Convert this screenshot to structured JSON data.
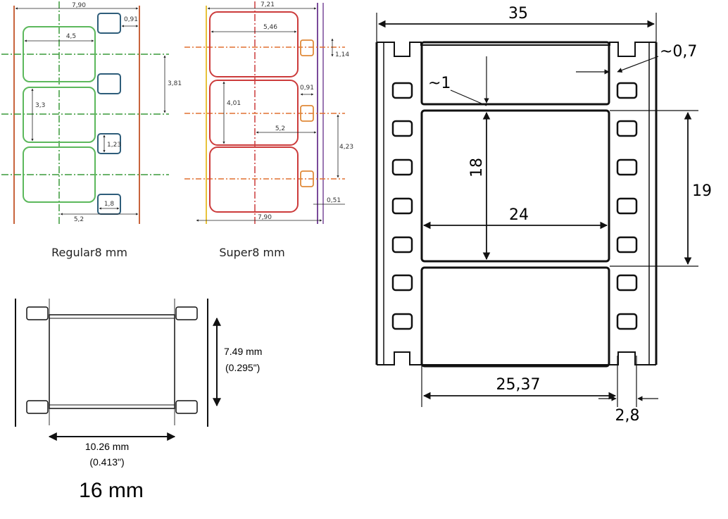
{
  "regular8": {
    "caption": "Regular8 mm",
    "dims": {
      "width_total": "7,90",
      "perf_edge": "0,91",
      "frame_width": "4,5",
      "pitch": "3,81",
      "frame_height": "3,3",
      "perf_height": "1,23",
      "perf_width": "1,8",
      "center_offset": "5,2"
    }
  },
  "super8": {
    "caption": "Super8 mm",
    "dims": {
      "width_top": "7,21",
      "frame_width": "5,46",
      "perf_height": "1,14",
      "frame_height": "4,01",
      "perf_width": "0,91",
      "center_offset": "5,2",
      "pitch": "4,23",
      "edge": "0,51",
      "width_total": "7,90"
    }
  },
  "mm16": {
    "caption": "16 mm",
    "height_mm": "7.49 mm",
    "height_in": "(0.295\")",
    "width_mm": "10.26 mm",
    "width_in": "(0.413\")"
  },
  "mm35": {
    "dims": {
      "film_width": "35",
      "edge_gap": "~0,7",
      "frame_gap": "~1",
      "frame_height": "18",
      "frame_width": "24",
      "pitch": "19",
      "track_width": "25,37",
      "perf_width": "2,8"
    }
  },
  "colors": {
    "r8_frame": "#5cb85c",
    "r8_perf": "#2e5d7a",
    "r8_edge": "#c8643c",
    "r8_guide": "#3a9a3a",
    "s8_frame": "#cc3b3b",
    "s8_perf": "#e08a3a",
    "s8_guide": "#e07030",
    "s8_edge": "#7a4a9a",
    "ink": "#111111"
  }
}
